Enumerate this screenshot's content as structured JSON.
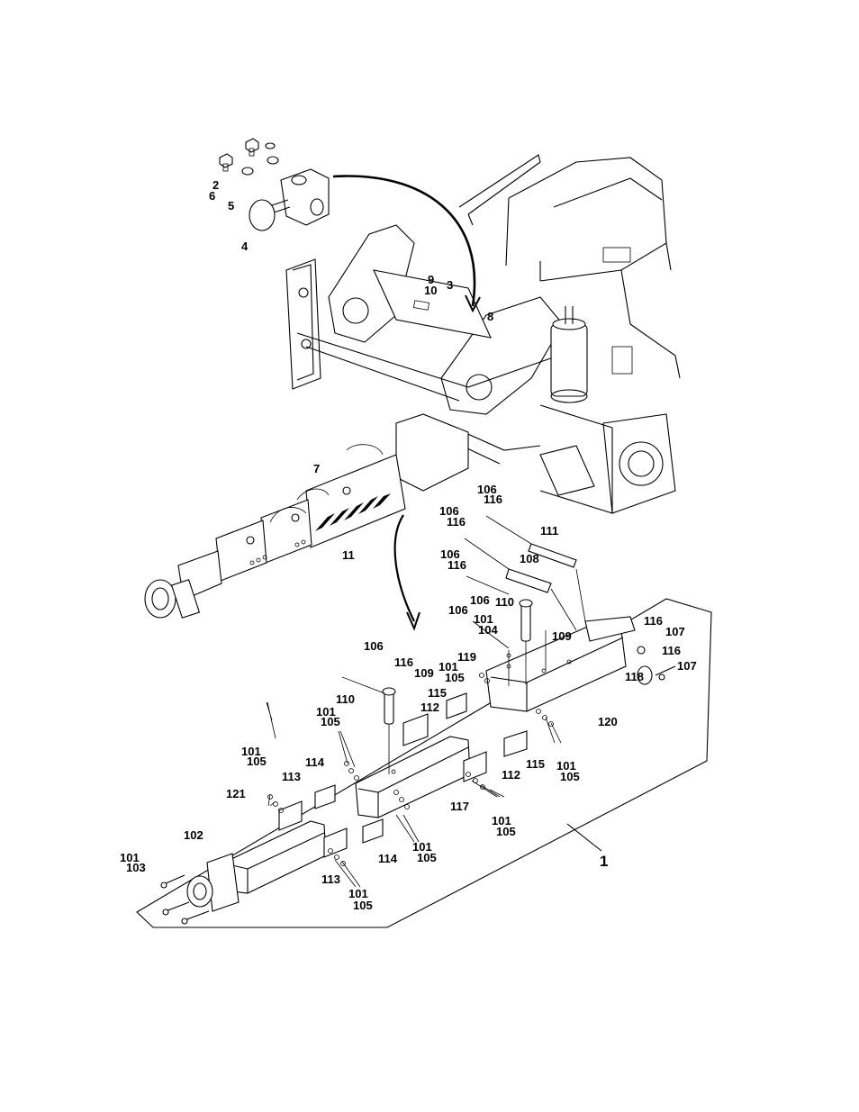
{
  "callouts": [
    {
      "id": "c1",
      "text": "2"
    },
    {
      "id": "c2",
      "text": "6"
    },
    {
      "id": "c3",
      "text": "5"
    },
    {
      "id": "c4",
      "text": "4"
    },
    {
      "id": "c5",
      "text": "9"
    },
    {
      "id": "c6",
      "text": "10"
    },
    {
      "id": "c7",
      "text": "3"
    },
    {
      "id": "c8",
      "text": "8"
    },
    {
      "id": "c9",
      "text": "7"
    },
    {
      "id": "c10",
      "text": "11"
    },
    {
      "id": "c11",
      "text": "106"
    },
    {
      "id": "c12",
      "text": "116"
    },
    {
      "id": "c13",
      "text": "106"
    },
    {
      "id": "c14",
      "text": "116"
    },
    {
      "id": "c15",
      "text": "111"
    },
    {
      "id": "c16",
      "text": "106"
    },
    {
      "id": "c17",
      "text": "116"
    },
    {
      "id": "c18",
      "text": "108"
    },
    {
      "id": "c19",
      "text": "106"
    },
    {
      "id": "c20",
      "text": "110"
    },
    {
      "id": "c21",
      "text": "106"
    },
    {
      "id": "c22",
      "text": "101"
    },
    {
      "id": "c23",
      "text": "104"
    },
    {
      "id": "c24",
      "text": "109"
    },
    {
      "id": "c25",
      "text": "116"
    },
    {
      "id": "c26",
      "text": "107"
    },
    {
      "id": "c27",
      "text": "116"
    },
    {
      "id": "c28",
      "text": "107"
    },
    {
      "id": "c29",
      "text": "118"
    },
    {
      "id": "c30",
      "text": "119"
    },
    {
      "id": "c31",
      "text": "101"
    },
    {
      "id": "c32",
      "text": "105"
    },
    {
      "id": "c33",
      "text": "120"
    },
    {
      "id": "c34",
      "text": "106"
    },
    {
      "id": "c35",
      "text": "116"
    },
    {
      "id": "c36",
      "text": "109"
    },
    {
      "id": "c37",
      "text": "110"
    },
    {
      "id": "c38",
      "text": "112"
    },
    {
      "id": "c39",
      "text": "115"
    },
    {
      "id": "c40",
      "text": "101"
    },
    {
      "id": "c41",
      "text": "105"
    },
    {
      "id": "c42",
      "text": "115"
    },
    {
      "id": "c43",
      "text": "101"
    },
    {
      "id": "c44",
      "text": "105"
    },
    {
      "id": "c45",
      "text": "112"
    },
    {
      "id": "c46",
      "text": "101"
    },
    {
      "id": "c47",
      "text": "105"
    },
    {
      "id": "c48",
      "text": "114"
    },
    {
      "id": "c49",
      "text": "113"
    },
    {
      "id": "c50",
      "text": "117"
    },
    {
      "id": "c51",
      "text": "101"
    },
    {
      "id": "c52",
      "text": "105"
    },
    {
      "id": "c53",
      "text": "121"
    },
    {
      "id": "c54",
      "text": "102"
    },
    {
      "id": "c55",
      "text": "101"
    },
    {
      "id": "c56",
      "text": "103"
    },
    {
      "id": "c57",
      "text": "114"
    },
    {
      "id": "c58",
      "text": "101"
    },
    {
      "id": "c59",
      "text": "105"
    },
    {
      "id": "c60",
      "text": "113"
    },
    {
      "id": "c61",
      "text": "101"
    },
    {
      "id": "c62",
      "text": "105"
    },
    {
      "id": "c63",
      "text": "1"
    }
  ]
}
